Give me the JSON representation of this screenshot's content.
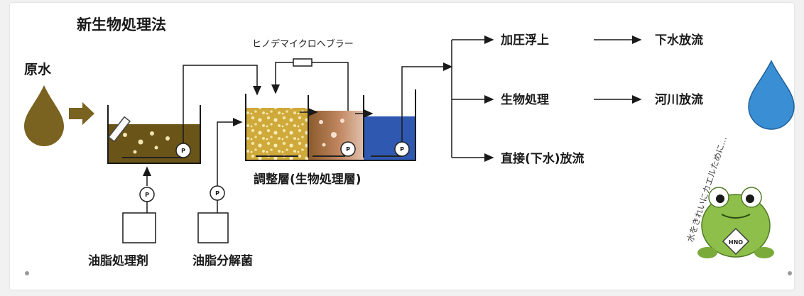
{
  "title": "新生物処理法",
  "raw_water": "原水",
  "blower": "ヒノデマイクロヘブラー",
  "tank_label": "調整層(生物処理層)",
  "chemical_1": "油脂処理剤",
  "chemical_2": "油脂分解菌",
  "pump_symbol": "P",
  "outputs": {
    "top": {
      "process": "加圧浮上",
      "result": "下水放流"
    },
    "middle": {
      "process": "生物処理",
      "result": "河川放流"
    },
    "bottom": {
      "process": "直接(下水)放流"
    }
  },
  "frog": {
    "caption": "水をきれいにカエルために…",
    "badge": "HNO"
  },
  "colors": {
    "dirty_water": "#7a6320",
    "clean_water": "#3a8fd4",
    "tank_fill_yellow": "#d8b83a",
    "tank_fill_blue": "#3a63b8",
    "frog_green": "#8dbf4a"
  }
}
